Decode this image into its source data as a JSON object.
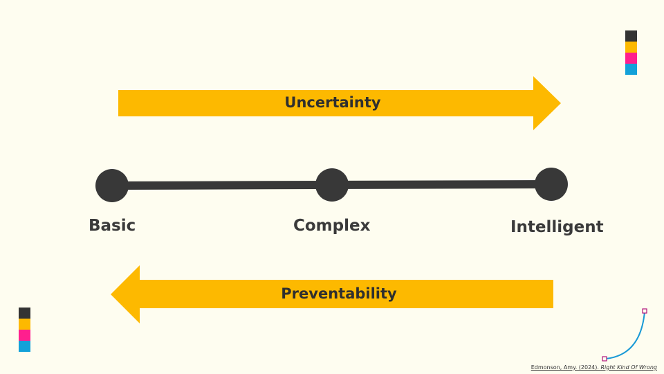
{
  "arrows": {
    "top_label": "Uncertainty",
    "bottom_label": "Preventability"
  },
  "stages": [
    "Basic",
    "Complex",
    "Intelligent"
  ],
  "citation": {
    "text": "Edmonson, Amy. (2024). ",
    "title": "Right Kind Of Wrong"
  },
  "colors": {
    "background": "#FEFDF0",
    "arrow": "#FDB900",
    "line": "#383838",
    "swatches": [
      "#333333",
      "#FDB900",
      "#FF1F8E",
      "#13A1D9"
    ],
    "curve": "#1A9AD6",
    "curve_handle": "#B0127A"
  }
}
